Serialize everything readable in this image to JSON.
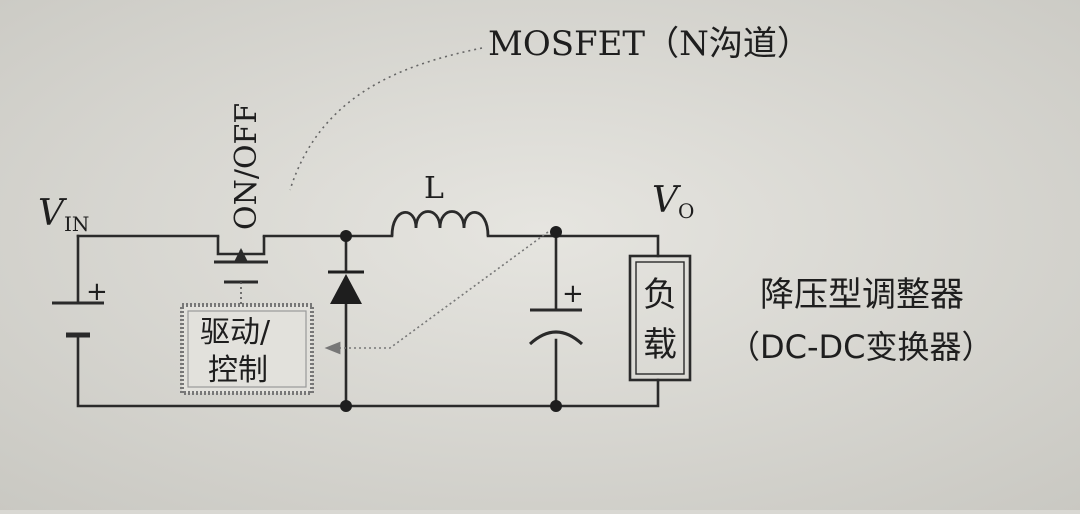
{
  "diagram": {
    "mosfet_label": "MOSFET（N沟道）",
    "on_off_label": "ON/OFF",
    "vin": {
      "main": "V",
      "sub": "IN"
    },
    "vo": {
      "main": "V",
      "sub": "O"
    },
    "inductor_label": "L",
    "battery_plus": "+",
    "capacitor_plus": "+",
    "driver_line1": "驱动/",
    "driver_line2": "控制",
    "load_line1": "负",
    "load_line2": "载",
    "title_line1": "降压型调整器",
    "title_line2": "（DC-DC变换器）"
  }
}
